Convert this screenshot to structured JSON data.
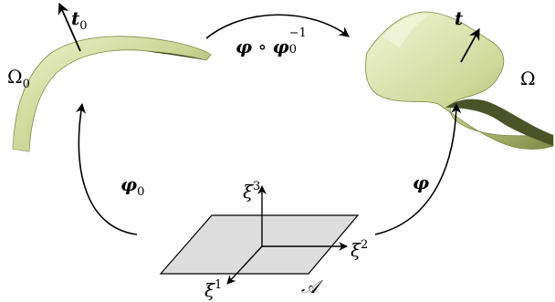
{
  "labels": {
    "t0": {
      "base": "t",
      "sub": "0"
    },
    "t": "t",
    "omega0": {
      "base": "Ω",
      "sub": "0"
    },
    "omega": "Ω",
    "top_map": {
      "a": "φ",
      "op": "∘",
      "b": "φ",
      "sub": "0",
      "sup": "−1"
    },
    "phi0": {
      "base": "φ",
      "sub": "0"
    },
    "phi": "φ",
    "xi3": {
      "base": "ξ",
      "sup": "3"
    },
    "xi2": {
      "base": "ξ",
      "sup": "2"
    },
    "xi1": {
      "base": "ξ",
      "sup": "1"
    },
    "domain": "𝒜"
  },
  "colors": {
    "surface_light": "#e6ecbf",
    "surface_mid": "#c3cf8c",
    "surface_dark": "#6f7a3c",
    "surface_shadow": "#3a4220",
    "plane_fill": "#dddddd",
    "stroke": "#000000"
  }
}
